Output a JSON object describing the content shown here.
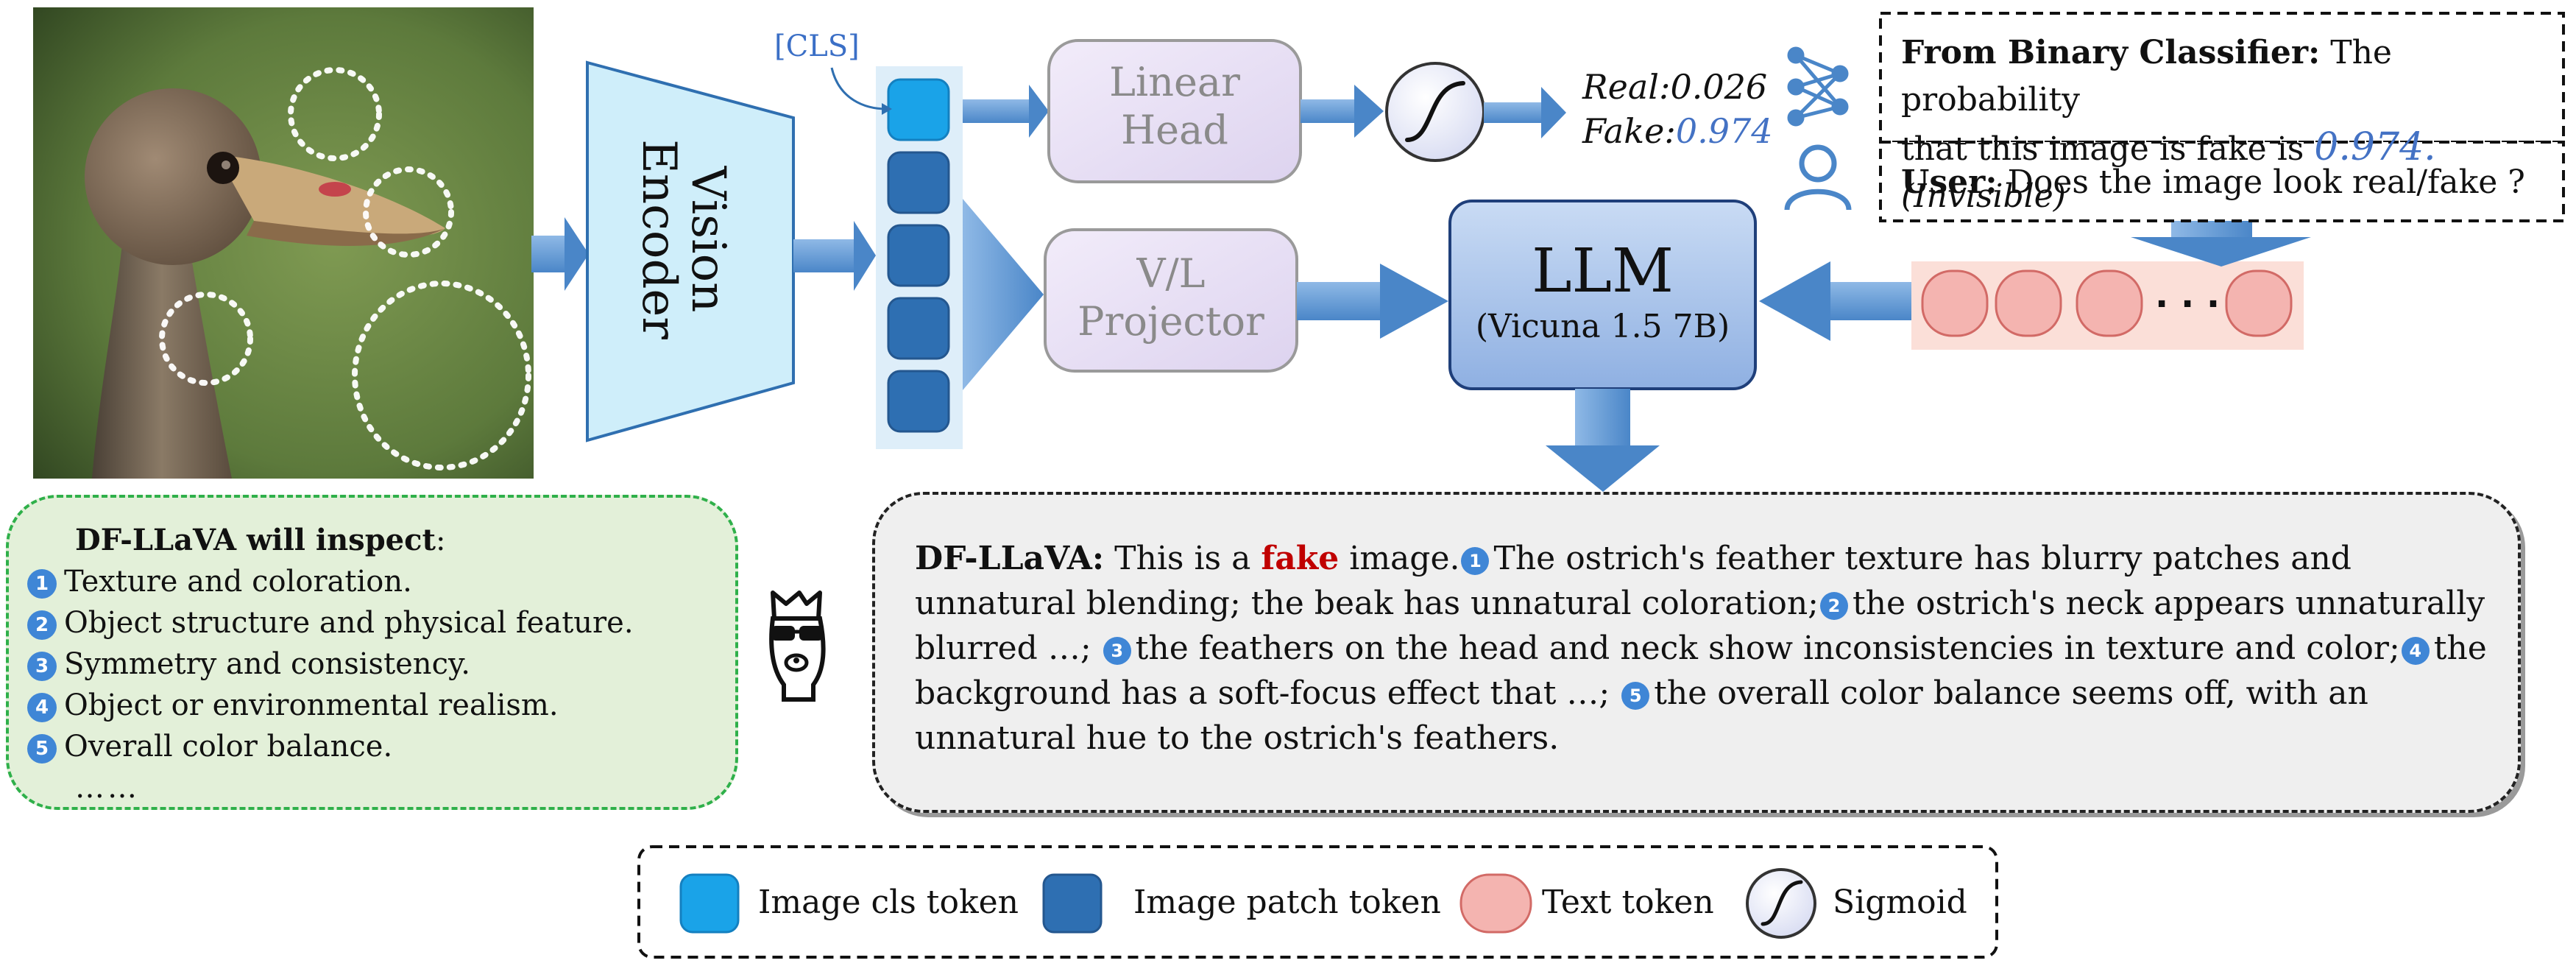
{
  "cls_label": "[CLS]",
  "vision_encoder": {
    "line1": "Vision",
    "line2": "Encoder"
  },
  "linear_head": {
    "line1": "Linear",
    "line2": "Head"
  },
  "projector": {
    "line1": "V/L",
    "line2": "Projector"
  },
  "llm": {
    "title": "LLM",
    "subtitle": "(Vicuna 1.5 7B)"
  },
  "classifier_output": {
    "real": "Real:0.026",
    "fake_prefix": "Fake:",
    "fake_value": "0.974"
  },
  "prompt_box": {
    "classifier_label": "From Binary Classifier:",
    "classifier_text_1": " The probability",
    "classifier_text_2": "that this image is fake is ",
    "classifier_value": "0.974.",
    "classifier_note": "(Invisible)",
    "user_label": "User:",
    "user_text": " Does the image look real/fake ?"
  },
  "text_token_dots": "· · ·",
  "inspect_panel": {
    "title_bold": "DF-LLaVA will inspect",
    "title_colon": ":",
    "items": [
      {
        "num": "1",
        "text": "Texture and coloration."
      },
      {
        "num": "2",
        "text": "Object structure and physical feature."
      },
      {
        "num": "3",
        "text": "Symmetry and consistency."
      },
      {
        "num": "4",
        "text": "Object or environmental realism."
      },
      {
        "num": "5",
        "text": "Overall color balance."
      }
    ],
    "ellipsis": "……"
  },
  "response": {
    "speaker": "DF-LLaVA:",
    "intro": " This is a ",
    "verdict": "fake",
    "after_verdict": " image.",
    "points": [
      {
        "num": "1",
        "text": "The ostrich's feather texture has blurry patches and unnatural blending; the beak has unnatural coloration;"
      },
      {
        "num": "2",
        "text": "the ostrich's neck appears unnaturally blurred …;"
      },
      {
        "num": "3",
        "text": "the feathers on the head and neck show inconsistencies in texture and color;"
      },
      {
        "num": "4",
        "text": "the background has a soft-focus effect that …;"
      },
      {
        "num": "5",
        "text": "the overall color balance seems off, with an unnatural hue to the ostrich's feathers."
      }
    ]
  },
  "legend": {
    "cls_token": "Image cls token",
    "patch_token": "Image patch token",
    "text_token": "Text token",
    "sigmoid": "Sigmoid"
  },
  "colors": {
    "arrow_blue": "#5b9bd5",
    "cls_token": "#1aa3e8",
    "patch_token": "#2e6fb2",
    "text_token": "#f4b4b0",
    "encoder_fill": "#cfeefa",
    "head_fill": "#ebe4f6",
    "llm_fill": "#a9c4ec",
    "fake_red": "#c00000",
    "value_blue": "#4472c4"
  }
}
